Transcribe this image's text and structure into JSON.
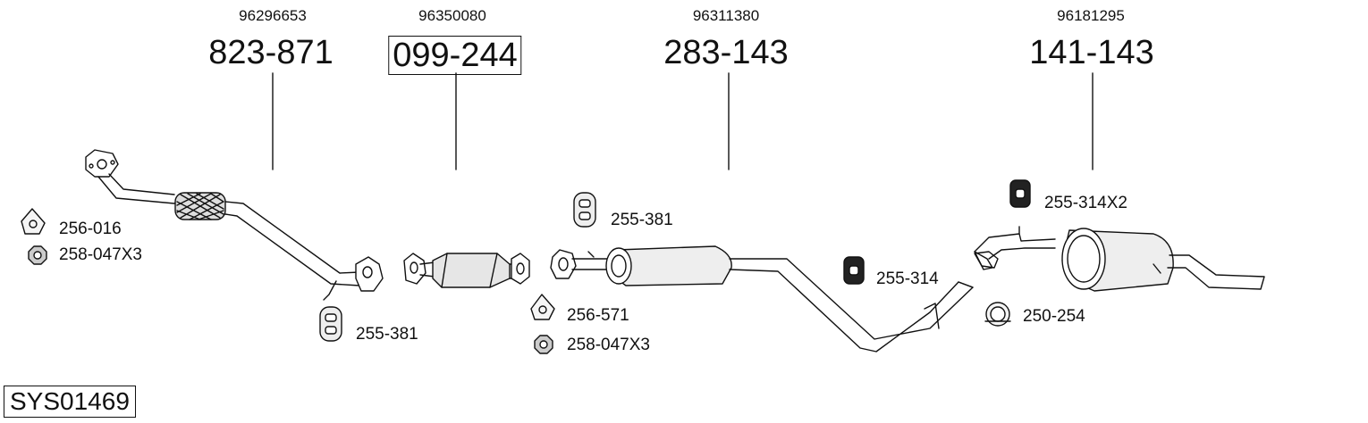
{
  "groups": [
    {
      "oem": "96296653",
      "part": "823-871",
      "boxed": false
    },
    {
      "oem": "96350080",
      "part": "099-244",
      "boxed": true
    },
    {
      "oem": "96311380",
      "part": "283-143",
      "boxed": false
    },
    {
      "oem": "96181295",
      "part": "141-143",
      "boxed": false
    }
  ],
  "labels": {
    "gasket_front": "256-016",
    "nut_front": "258-047X3",
    "hanger_front": "255-381",
    "gasket_mid": "256-571",
    "nut_mid": "258-047X3",
    "hanger_mid": "255-381",
    "hanger_rear": "255-314",
    "clamp_rear": "250-254",
    "hanger_rear_top": "255-314X2"
  },
  "system_code": "SYS01469"
}
